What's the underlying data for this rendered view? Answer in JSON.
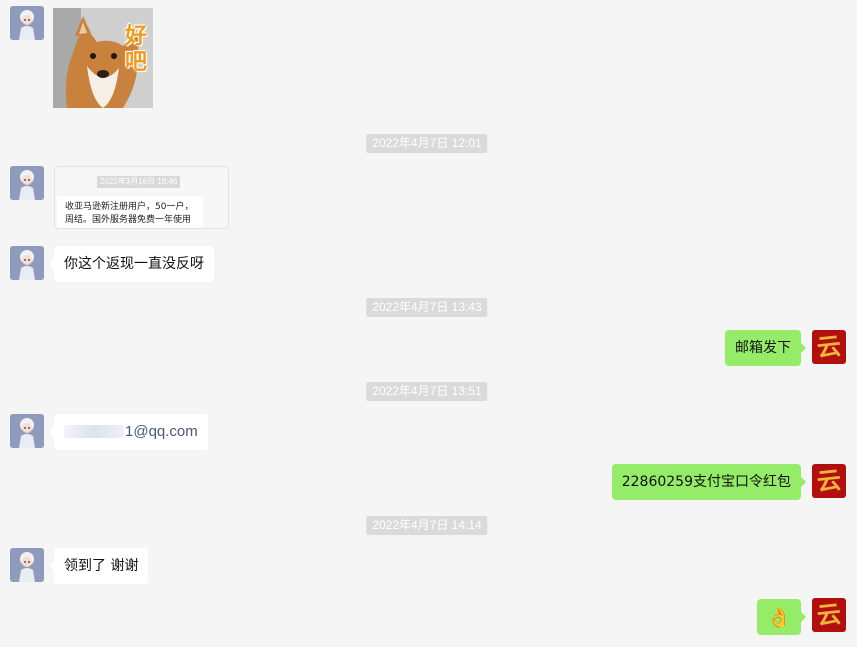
{
  "contact": {
    "avatar_icon": "girl-avatar-icon",
    "avatar_color": "#8c9bbd"
  },
  "self": {
    "avatar_icon": "brush-calligraphy-avatar-icon",
    "avatar_char": "云",
    "avatar_color": "#b30f0f",
    "avatar_char_color": "#f0b63c"
  },
  "colors": {
    "background": "#f5f5f5",
    "bubble_incoming": "#ffffff",
    "bubble_outgoing": "#95ec69",
    "timestamp_bg": "#dadada"
  },
  "messages": [
    {
      "type": "sticker",
      "from": "contact",
      "text": "好吧",
      "icon": "corgi-sticker-icon"
    },
    {
      "type": "timestamp",
      "text": "2022年4月7日 12:01"
    },
    {
      "type": "image",
      "from": "contact",
      "icon": "chat-screenshot-thumbnail",
      "inner_timestamp": "2022年3月16日 18:46",
      "inner_lines": [
        "收亚马逊新注册用户，50一户，",
        "周结。国外服务器免费一年使用"
      ]
    },
    {
      "type": "text",
      "from": "contact",
      "text": "你这个返现一直没反呀"
    },
    {
      "type": "timestamp",
      "text": "2022年4月7日 13:43"
    },
    {
      "type": "text",
      "from": "self",
      "text": "邮箱发下"
    },
    {
      "type": "timestamp",
      "text": "2022年4月7日 13:51"
    },
    {
      "type": "text",
      "from": "contact",
      "text": "1@qq.com",
      "masked_prefix": true
    },
    {
      "type": "text",
      "from": "self",
      "text": "22860259支付宝口令红包"
    },
    {
      "type": "timestamp",
      "text": "2022年4月7日 14:14"
    },
    {
      "type": "text",
      "from": "contact",
      "text": "领到了 谢谢"
    },
    {
      "type": "emoji",
      "from": "self",
      "text": "👌",
      "icon": "ok-hand-emoji-icon"
    }
  ]
}
